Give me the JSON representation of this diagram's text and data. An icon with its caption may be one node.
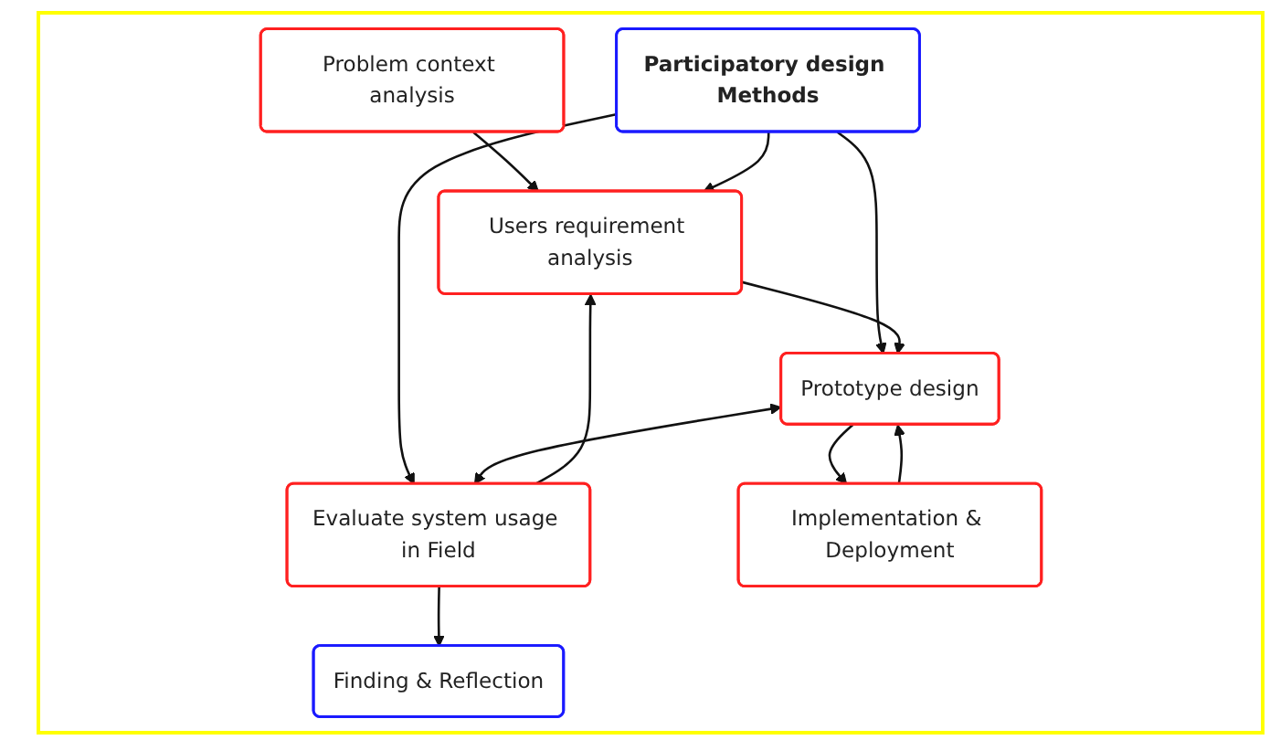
{
  "diagram": {
    "nodes": [
      {
        "text": [
          "Problem context analysis"
        ]
      },
      {
        "text": [
          "Users requirement analysis"
        ]
      },
      {
        "text": [
          "Finding & Reflection"
        ]
      },
      {
        "text": [
          "Evaluate system usage in Field"
        ]
      },
      {
        "text": [
          "Participatory design Methods"
        ]
      },
      {
        "text": [
          "Prototype design"
        ]
      },
      {
        "text": [
          "Implementation & Deployment"
        ]
      }
    ],
    "edges": [
      {
        "from": 0,
        "to": 1,
        "arrow": "to"
      },
      {
        "from": 3,
        "to": 1,
        "arrow": "to"
      },
      {
        "from": 3,
        "to": 2,
        "arrow": "to"
      },
      {
        "from": 4,
        "to": 3,
        "arrow": "to"
      },
      {
        "from": 4,
        "to": 1,
        "arrow": "to"
      },
      {
        "from": 4,
        "to": 5,
        "arrow": "to"
      },
      {
        "from": 1,
        "to": 5,
        "arrow": "to"
      },
      {
        "from": 5,
        "to": 3,
        "arrow": "both"
      },
      {
        "from": 6,
        "to": 5,
        "arrow": "to"
      },
      {
        "from": 5,
        "to": 6,
        "arrow": "to"
      }
    ]
  }
}
